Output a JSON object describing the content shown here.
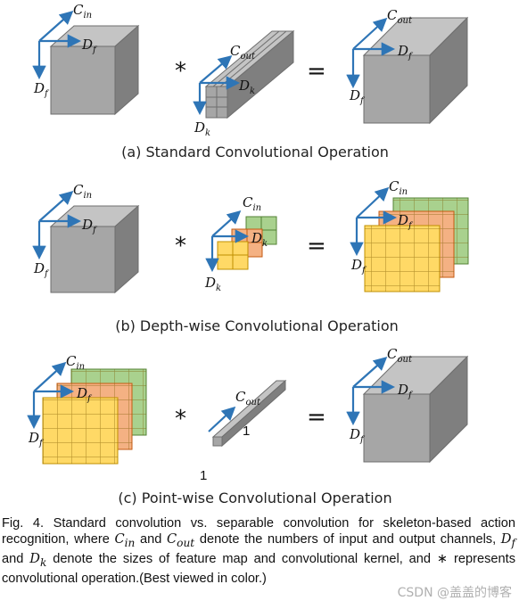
{
  "panels": [
    {
      "title": "(a) Standard Convolutional Operation"
    },
    {
      "title": "(b) Depth-wise Convolutional Operation"
    },
    {
      "title": "(c) Point-wise Convolutional Operation"
    }
  ],
  "symbols": {
    "conv": "*",
    "equals": "=",
    "C": "C",
    "D": "D",
    "in": "in",
    "out": "out",
    "f": "f",
    "k": "k",
    "one": "1"
  },
  "caption": {
    "part1": "Fig. 4. Standard convolution vs. separable convolution for skeleton-based action recognition, where ",
    "cin": "C",
    "cin_sub": "in",
    "part2": " and ",
    "cout": "C",
    "cout_sub": "out",
    "part3": " denote the numbers of input and output channels, ",
    "df": "D",
    "df_sub": "f",
    "part4": " and ",
    "dk": "D",
    "dk_sub": "k",
    "part5": " denote the sizes of feature map and convolutional kernel, and ",
    "star": "∗",
    "part6": " represents convolutional operation.(Best viewed in color.)"
  },
  "watermark": "CSDN @盖盖的博客",
  "colors": {
    "arrow": "#2e75b6",
    "cube_front": "#a6a6a6",
    "cube_top": "#c4c4c4",
    "cube_side": "#7f7f7f",
    "green": "#a9d18e",
    "orange": "#f4b183",
    "yellow": "#ffd966"
  }
}
